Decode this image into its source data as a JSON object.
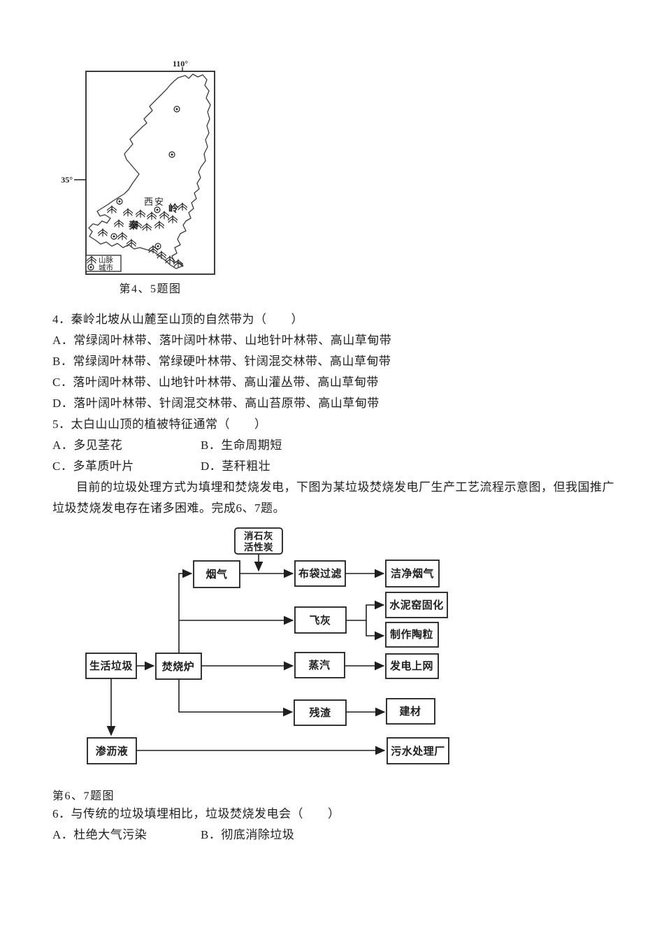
{
  "map_figure": {
    "lon_label": "110°",
    "lat_label": "35°",
    "city_label": "西安",
    "range_char_1": "秦",
    "range_char_2": "岭",
    "legend_mountain": "山脉",
    "legend_city": "城市",
    "caption": "第4、5题图"
  },
  "questions": {
    "q4": {
      "stem": "4．秦岭北坡从山麓至山顶的自然带为（　　）",
      "options": [
        "A．常绿阔叶林带、落叶阔叶林带、山地针叶林带、高山草甸带",
        "B．常绿阔叶林带、常绿硬叶林带、针阔混交林带、高山草甸带",
        "C．落叶阔叶林带、山地针叶林带、高山灌丛带、高山草甸带",
        "D．落叶阔叶林带、针阔混交林带、高山苔原带、高山草甸带"
      ]
    },
    "q5": {
      "stem": "5．太白山山顶的植被特征通常（　　）",
      "options": [
        "A．多见茎花",
        "B．生命周期短",
        "C．多革质叶片",
        "D．茎秆粗壮"
      ]
    },
    "passage": {
      "line1": "目前的垃圾处理方式为填埋和焚烧发电，下图为某垃圾焚烧发电厂生产工艺流程示意图，但我国推广",
      "line2": "垃圾焚烧发电存在诸多困难。完成6、7题。"
    },
    "q6": {
      "stem": "6．与传统的垃圾填埋相比，垃圾焚烧发电会（　　）",
      "options": [
        "A．杜绝大气污染",
        "B．彻底消除垃圾"
      ]
    }
  },
  "flowchart": {
    "caption": "第6、7题图",
    "nodes": {
      "additive_line1": "消石灰",
      "additive_line2": "活性炭",
      "flue_gas": "烟气",
      "bag_filter": "布袋过滤",
      "clean_gas": "洁净烟气",
      "cement_kiln": "水泥窑固化",
      "fly_ash": "飞灰",
      "ceramsite": "制作陶粒",
      "household_waste": "生活垃圾",
      "incinerator": "焚烧炉",
      "steam": "蒸汽",
      "grid_power": "发电上网",
      "residue": "残渣",
      "building_material": "建材",
      "leachate": "渗沥液",
      "sewage_plant": "污水处理厂"
    }
  }
}
